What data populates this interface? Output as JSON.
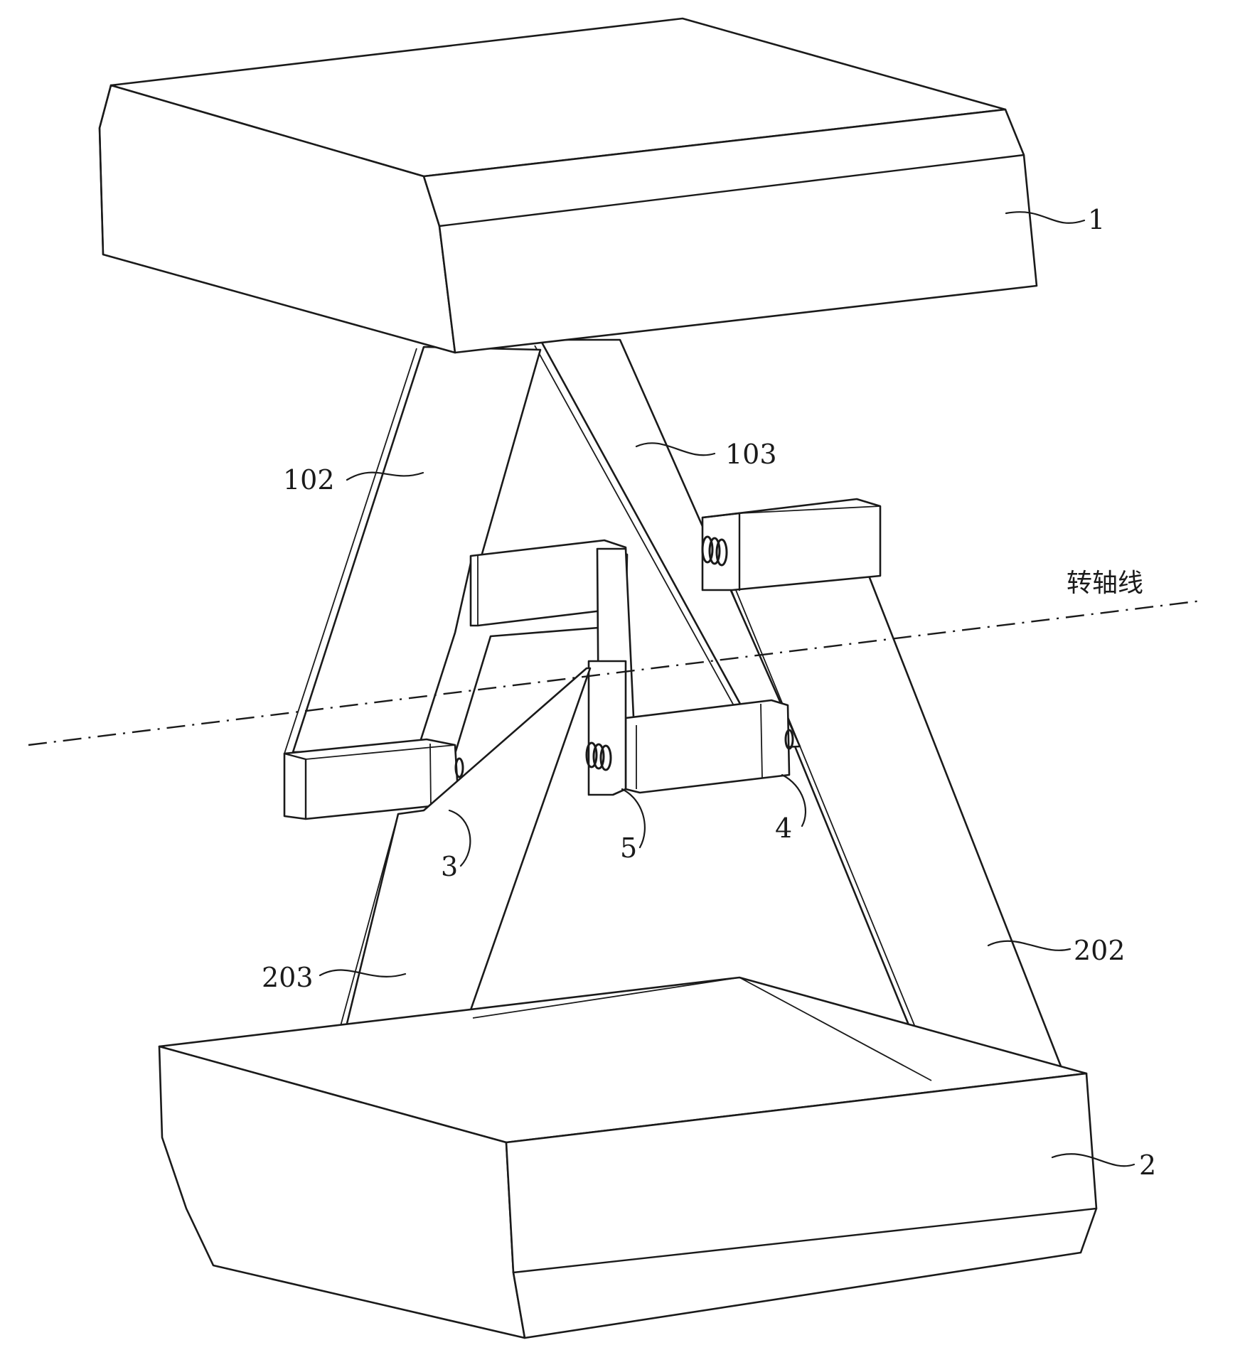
{
  "figure": {
    "axis_label": "转轴线",
    "labels": {
      "top_block": "1",
      "bottom_block": "2",
      "joint_3": "3",
      "joint_4": "4",
      "joint_5": "5",
      "leg_102": "102",
      "leg_103": "103",
      "leg_202": "202",
      "leg_203": "203"
    }
  }
}
